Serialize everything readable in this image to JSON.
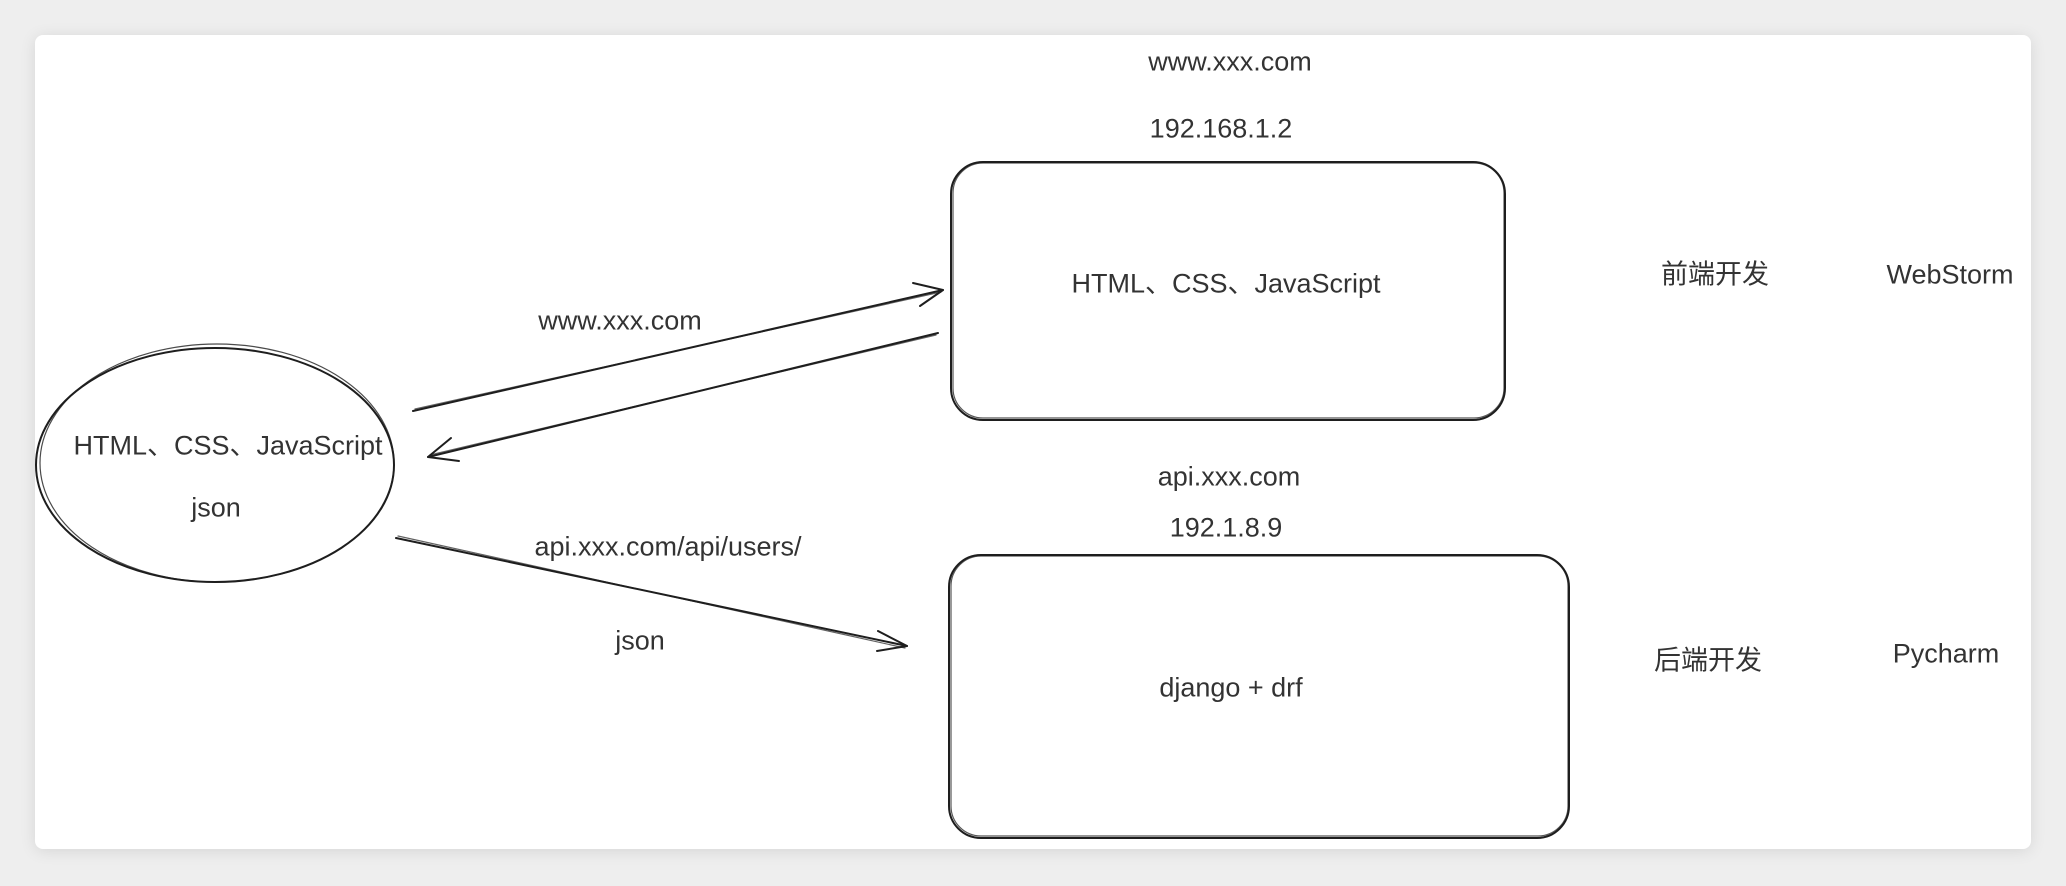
{
  "client": {
    "line1": "HTML、CSS、JavaScript",
    "line2": "json"
  },
  "frontend": {
    "domain": "www.xxx.com",
    "ip": "192.168.1.2",
    "content": "HTML、CSS、JavaScript",
    "role": "前端开发",
    "tool": "WebStorm"
  },
  "backend": {
    "domain": "api.xxx.com",
    "ip": "192.1.8.9",
    "content": "django + drf",
    "role": "后端开发",
    "tool": "Pycharm"
  },
  "edges": {
    "request_frontend": "www.xxx.com",
    "request_api": "api.xxx.com/api/users/",
    "response_api": "json"
  }
}
